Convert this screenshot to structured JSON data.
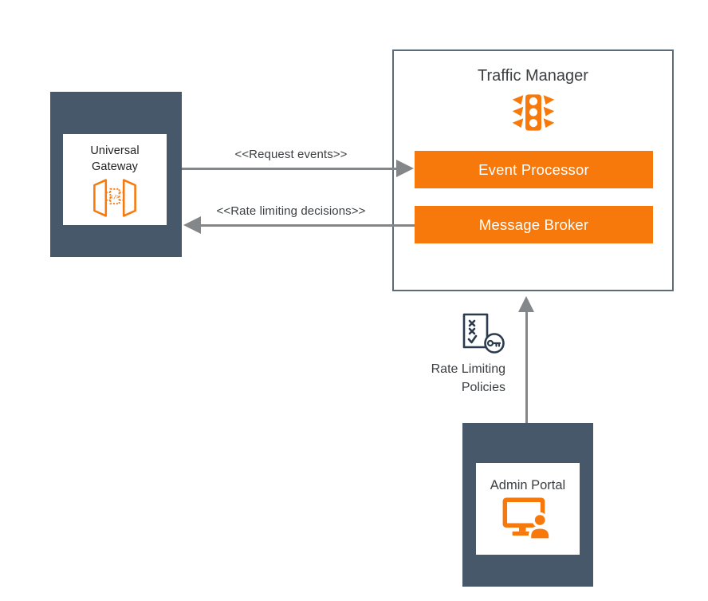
{
  "colors": {
    "slate": "#47586A",
    "orange": "#F7790B",
    "arrow_gray": "#84878A",
    "border_gray": "#5C6B7A",
    "text_dark": "#3C4043",
    "navy": "#2B3B4E"
  },
  "gateway": {
    "name_line1": "Universal",
    "name_line2": "Gateway",
    "code_glyph": "</>",
    "icon": "gateway-doors-code-icon"
  },
  "traffic_manager": {
    "title": "Traffic Manager",
    "icon": "traffic-light-icon",
    "components": [
      {
        "label": "Event Processor"
      },
      {
        "label": "Message Broker"
      }
    ]
  },
  "connections": {
    "request_events": {
      "label": "<<Request events>>",
      "from": "Universal Gateway",
      "to": "Event Processor",
      "direction": "right"
    },
    "rate_limiting_decisions": {
      "label": "<<Rate limiting decisions>>",
      "from": "Message Broker",
      "to": "Universal Gateway",
      "direction": "left"
    },
    "policies": {
      "label_line1": "Rate Limiting",
      "label_line2": "Policies",
      "icon": "policy-document-key-icon",
      "from": "Admin Portal",
      "to": "Traffic Manager",
      "direction": "up"
    }
  },
  "admin_portal": {
    "name": "Admin Portal",
    "icon": "monitor-user-icon"
  }
}
